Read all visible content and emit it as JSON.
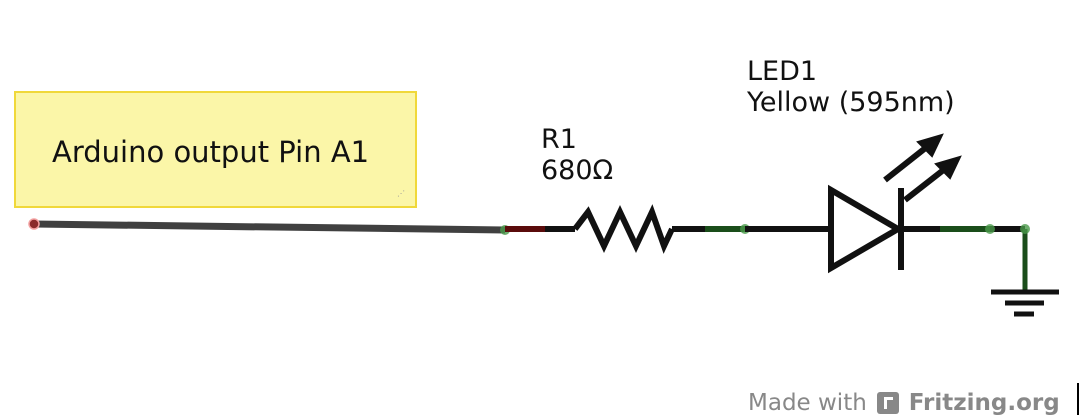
{
  "note": {
    "text": "Arduino output Pin A1"
  },
  "resistor": {
    "name": "R1",
    "value": "680Ω"
  },
  "led": {
    "name": "LED1",
    "value": "Yellow (595nm)"
  },
  "footer": {
    "prefix": "Made with",
    "brand": "Fritzing.org"
  },
  "colors": {
    "wire": "#404040",
    "note_bg": "#fbf6a8",
    "note_border": "#f0d83a",
    "connected": "#1a5e1a",
    "unconnected": "#6b0a0a"
  }
}
